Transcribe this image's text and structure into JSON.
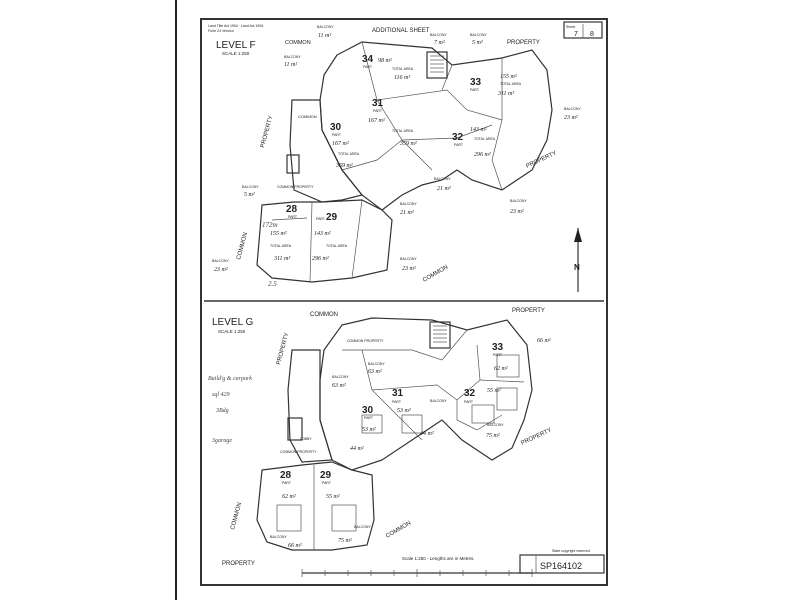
{
  "sheet": {
    "header_small": [
      "Land Title Act 1994 · Land Act 1994",
      "Form 24 Version"
    ],
    "additional_sheet": "ADDITIONAL SHEET",
    "sheet_label": "Sheet",
    "sheet_no": "7",
    "sheet_of": "8",
    "plan_number": "SP164102",
    "scale_note": "Scale 1:250 - Lengths are in Metres.",
    "copyright": "State copyright reserved"
  },
  "level_f": {
    "title": "LEVEL  F",
    "scale": "SCALE  1:250",
    "common": "COMMON",
    "common_lower": "COMMON",
    "common_left": "COMMON",
    "common_inner": "COMMON",
    "property_top": "PROPERTY",
    "property_left": "PROPERTY",
    "property_right": "PROPERTY",
    "common_property": "COMMON PROPERTY",
    "balcony_label": "BALCONY",
    "part": "PART",
    "total_area": "TOTAL AREA",
    "balconies": [
      {
        "area": "11 m²"
      },
      {
        "area": "11 m²"
      },
      {
        "area": "7 m²"
      },
      {
        "area": "5 m²"
      },
      {
        "area": "23 m²"
      },
      {
        "area": "21 m²"
      },
      {
        "area": "21 m²"
      },
      {
        "area": "23 m²"
      },
      {
        "area": "5 m²"
      },
      {
        "area": "23 m²"
      },
      {
        "area": "23 m²"
      }
    ],
    "lots": [
      {
        "num": "34",
        "part": "98 m²",
        "total": "116 m²"
      },
      {
        "num": "33",
        "part": "155 m²",
        "total": "311 m²"
      },
      {
        "num": "31",
        "part": "167 m²",
        "total": "359 m²"
      },
      {
        "num": "30",
        "part": "167 m²",
        "total": "359 m²"
      },
      {
        "num": "32",
        "part": "143 m²",
        "total": "296 m²"
      },
      {
        "num": "28",
        "part": "155 m²",
        "total": "311 m²"
      },
      {
        "num": "29",
        "part": "143 m²",
        "total": "296 m²"
      }
    ],
    "handwritten": [
      "172m",
      "2.5"
    ]
  },
  "level_g": {
    "title": "LEVEL  G",
    "scale": "SCALE  1:250",
    "common": "COMMON",
    "common_inner": "COMMON PROPERTY",
    "common_left": "COMMON",
    "common_right": "COMMON",
    "property_top": "PROPERTY",
    "property_left": "PROPERTY",
    "property_bottom": "PROPERTY",
    "common_property": "COMMON PROPERTY",
    "lobby": "LOBBY",
    "balcony_label": "BALCONY",
    "part": "PART",
    "lots": [
      {
        "num": "33",
        "area": "66 m²"
      },
      {
        "num": "31",
        "area": "53 m²"
      },
      {
        "num": "30",
        "area": "53 m²"
      },
      {
        "num": "32",
        "area": "55 m²"
      },
      {
        "num": "28",
        "area": "62 m²"
      },
      {
        "num": "29",
        "area": "55 m²"
      }
    ],
    "balconies": [
      {
        "area": "63 m²"
      },
      {
        "area": "63 m²"
      },
      {
        "area": "62 m²"
      },
      {
        "area": "44 m²"
      },
      {
        "area": "44 m²"
      },
      {
        "area": "75 m²"
      },
      {
        "area": "66 m²"
      },
      {
        "area": "75 m²"
      }
    ],
    "handwritten": [
      "Build'g & carpark",
      "sql 429",
      "3Bdg",
      "3garage"
    ]
  }
}
